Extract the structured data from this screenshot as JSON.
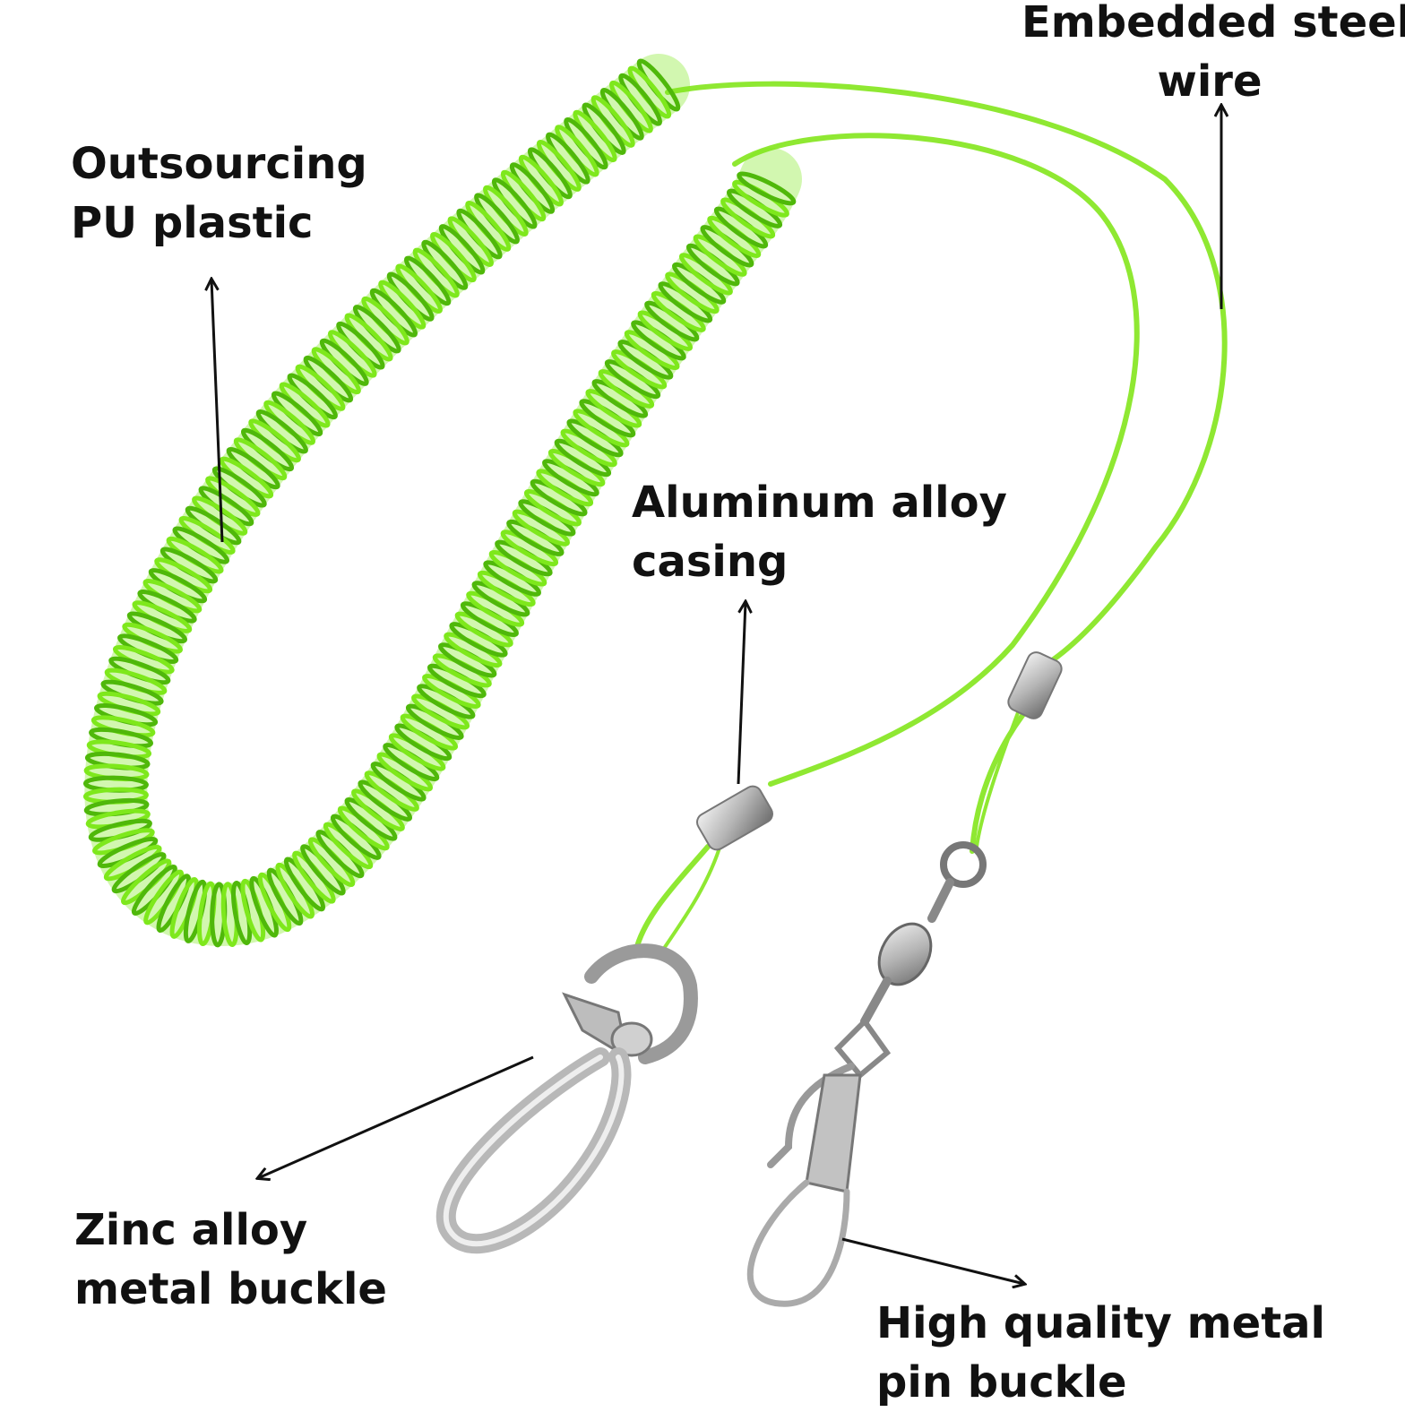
{
  "colors": {
    "coil": "#7ee81c",
    "coil_dark": "#4fb80a",
    "wire": "#8fe832",
    "metal": "#c8c8c8",
    "metal_dark": "#6e6e6e",
    "text": "#111111",
    "arrow": "#111111"
  },
  "labels": {
    "pu_plastic": {
      "line1": "Outsourcing",
      "line2": "PU plastic"
    },
    "steel_wire": {
      "line1": "Embedded steel",
      "line2": "wire"
    },
    "aluminum_casing": {
      "line1": "Aluminum alloy",
      "line2": "casing"
    },
    "zinc_buckle": {
      "line1": "Zinc alloy",
      "line2": "metal buckle"
    },
    "pin_buckle": {
      "line1": "High quality metal",
      "line2": "pin buckle"
    }
  },
  "icons": [
    "up-arrow-icon",
    "diagonal-arrow-icon"
  ]
}
